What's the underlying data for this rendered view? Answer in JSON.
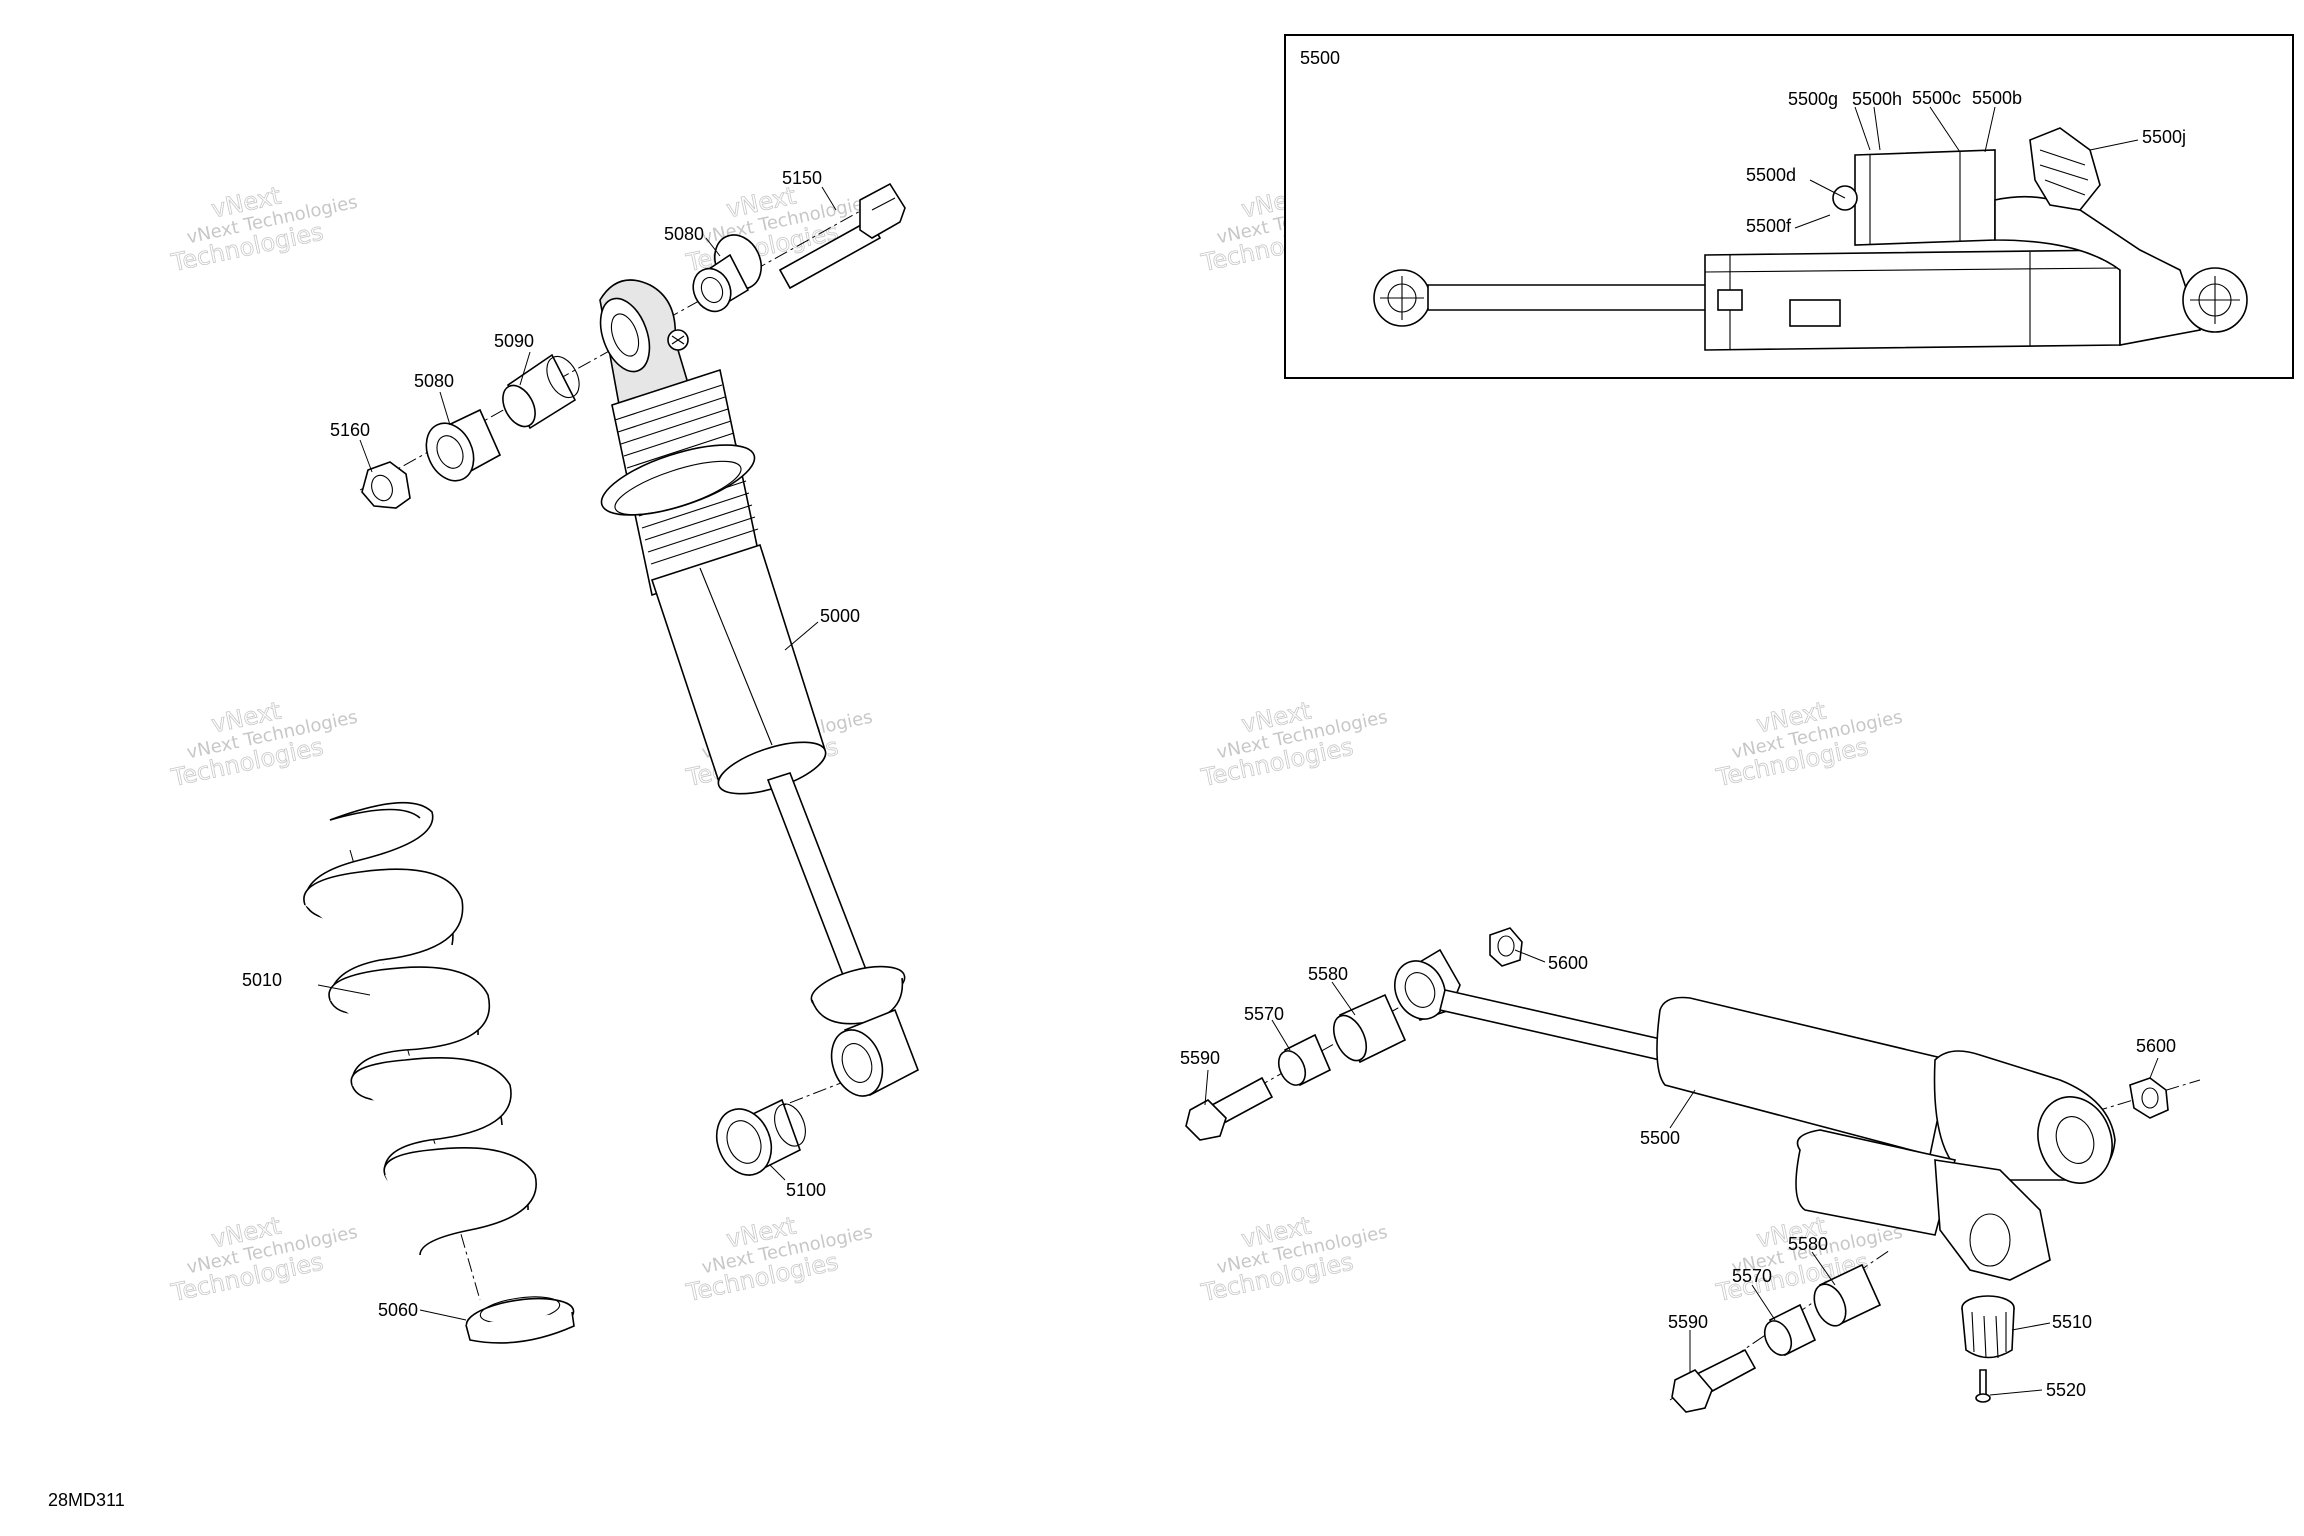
{
  "figure_code": "28MD311",
  "inset": {
    "title": "5500",
    "callouts": [
      "5500g",
      "5500h",
      "5500c",
      "5500b",
      "5500j",
      "5500d",
      "5500f"
    ]
  },
  "callouts": {
    "c5150": "5150",
    "c5080a": "5080",
    "c5090": "5090",
    "c5080b": "5080",
    "c5160": "5160",
    "c5000": "5000",
    "c5010": "5010",
    "c5100": "5100",
    "c5060": "5060",
    "c5600a": "5600",
    "c5580a": "5580",
    "c5570a": "5570",
    "c5590a": "5590",
    "c5500": "5500",
    "c5600b": "5600",
    "c5580b": "5580",
    "c5570b": "5570",
    "c5590b": "5590",
    "c5510": "5510",
    "c5520": "5520"
  },
  "watermark": {
    "line1": "vNext",
    "line2": "vNext Technologies",
    "line3": "Technologies"
  }
}
